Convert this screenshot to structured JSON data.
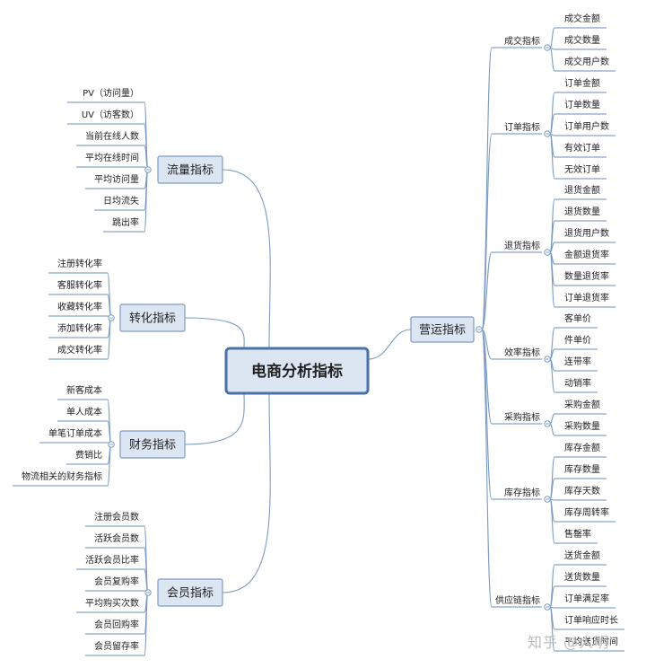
{
  "center": {
    "label": "电商分析指标"
  },
  "left": [
    {
      "label": "流量指标",
      "leaves": [
        "PV（访问量）",
        "UV（访客数）",
        "当前在线人数",
        "平均在线时间",
        "平均访问量",
        "日均流失",
        "跳出率"
      ]
    },
    {
      "label": "转化指标",
      "leaves": [
        "注册转化率",
        "客服转化率",
        "收藏转化率",
        "添加转化率",
        "成交转化率"
      ]
    },
    {
      "label": "财务指标",
      "leaves": [
        "新客成本",
        "单人成本",
        "单笔订单成本",
        "费销比",
        "物流相关的财务指标"
      ]
    },
    {
      "label": "会员指标",
      "leaves": [
        "注册会员数",
        "活跃会员数",
        "活跃会员比率",
        "会员复购率",
        "平均购买次数",
        "会员回购率",
        "会员留存率"
      ]
    }
  ],
  "right": {
    "label": "营运指标",
    "branches": [
      {
        "label": "成交指标",
        "leaves": [
          "成交金额",
          "成交数量",
          "成交用户数"
        ]
      },
      {
        "label": "订单指标",
        "leaves": [
          "订单金额",
          "订单数量",
          "订单用户数",
          "有效订单",
          "无效订单"
        ]
      },
      {
        "label": "退货指标",
        "leaves": [
          "退货金额",
          "退货数量",
          "退货用户数",
          "金额退货率",
          "数量退货率",
          "订单退货率"
        ]
      },
      {
        "label": "效率指标",
        "leaves": [
          "客单价",
          "件单价",
          "连带率",
          "动销率"
        ]
      },
      {
        "label": "采购指标",
        "leaves": [
          "采购金额",
          "采购数量"
        ]
      },
      {
        "label": "库存指标",
        "leaves": [
          "库存金额",
          "库存数量",
          "库存天数",
          "库存周转率",
          "售罄率"
        ]
      },
      {
        "label": "供应链指标",
        "leaves": [
          "送货金额",
          "送货数量",
          "订单满足率",
          "订单响应时长",
          "平均送货时间"
        ]
      }
    ]
  },
  "watermark": "知乎 @人明"
}
